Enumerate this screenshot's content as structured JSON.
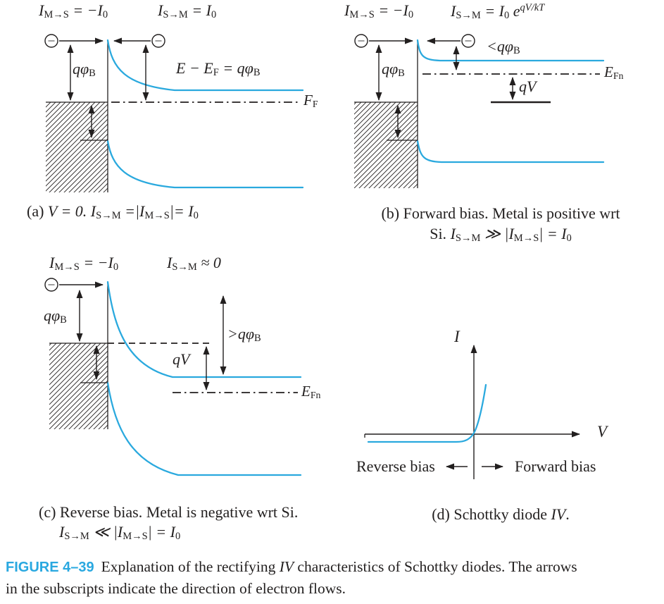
{
  "colors": {
    "band_curve": "#2aa9de",
    "figure_label_blue": "#29a8e0",
    "ink": "#221f1f"
  },
  "figure": {
    "label": "FIGURE 4–39",
    "caption_before_iv": "Explanation of the rectifying ",
    "caption_iv": "IV",
    "caption_line1_rest": " characteristics of Schottky diodes. The arrows",
    "caption_line2": "in the subscripts indicate the direction of electron flows."
  },
  "panel_a": {
    "current_ms": "I_{M→S} = −I_{0}",
    "current_sm": "I_{S→M} = I_{0}",
    "barrier": "qφ_{B}",
    "band_edge": "E − E_{F} = qφ_{B}",
    "fermi": "F_{F}",
    "electron_symbol": "−",
    "caption_prefix": "(a)",
    "caption_formula": "V = 0. I_{S→M} =|I_{M→S}|= I_{0}"
  },
  "panel_b": {
    "current_ms": "I_{M→S} = −I_{0}",
    "current_sm": "I_{S→M} = I_{0} e^{qV/kT}",
    "barrier": "qφ_{B}",
    "lt_barrier": "<qφ_{B}",
    "qv": "qV",
    "fermi_n": "E_{Fn}",
    "electron_symbol": "−",
    "caption_line1": "(b) Forward bias. Metal is positive wrt",
    "caption_line2_prefix": "Si.",
    "caption_line2_formula": "I_{S→M} ≫ |I_{M→S}| = I_{0}"
  },
  "panel_c": {
    "current_ms": "I_{M→S} = −I_{0}",
    "current_sm": "I_{S→M} ≈ 0",
    "barrier": "qφ_{B}",
    "gt_barrier": ">qφ_{B}",
    "qv": "qV",
    "fermi_n": "E_{Fn}",
    "electron_symbol": "−",
    "caption_line1": "(c) Reverse bias. Metal is negative wrt Si.",
    "caption_line2_formula": "I_{S→M} ≪ |I_{M→S}| = I_{0}"
  },
  "panel_d": {
    "y_axis": "I",
    "x_axis": "V",
    "reverse": "Reverse bias",
    "forward": "Forward bias",
    "caption_prefix": "(d) Schottky diode ",
    "caption_iv": "IV",
    "caption_suffix": "."
  },
  "chart_data": {
    "type": "line",
    "title": "(d) Schottky diode IV",
    "xlabel": "V",
    "ylabel": "I",
    "axis_ticks": "none (qualitative sketch)",
    "annotations": [
      "Reverse bias",
      "Forward bias"
    ],
    "series": [
      {
        "name": "Schottky diode IV",
        "x": [
          -1.0,
          -0.6,
          -0.2,
          0.0,
          0.03,
          0.06,
          0.09,
          0.12
        ],
        "y": [
          -0.08,
          -0.08,
          -0.08,
          0.0,
          0.08,
          0.25,
          0.6,
          1.0
        ]
      }
    ]
  }
}
